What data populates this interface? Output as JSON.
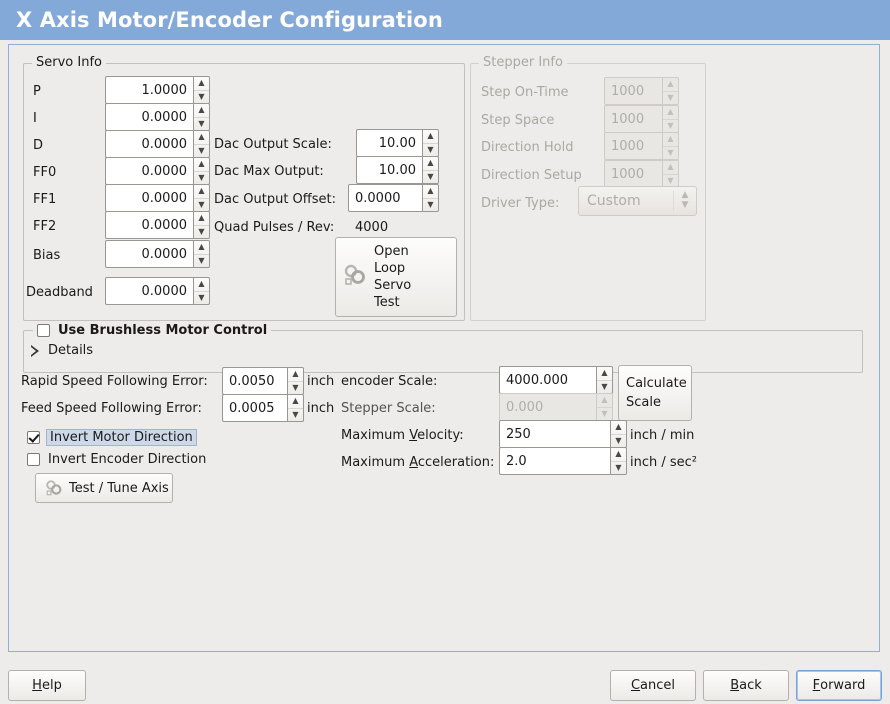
{
  "window": {
    "title": "X Axis Motor/Encoder Configuration",
    "title_bar_color": "#82a9d8",
    "background_color": "#edecea"
  },
  "servo_info": {
    "legend": "Servo Info",
    "fields": [
      {
        "label": "P",
        "value": "1.0000"
      },
      {
        "label": "I",
        "value": "0.0000"
      },
      {
        "label": "D",
        "value": "0.0000"
      },
      {
        "label": "FF0",
        "value": "0.0000"
      },
      {
        "label": "FF1",
        "value": "0.0000"
      },
      {
        "label": "FF2",
        "value": "0.0000"
      },
      {
        "label": "Bias",
        "value": "0.0000"
      },
      {
        "label": "Deadband",
        "value": "0.0000"
      }
    ],
    "dac": [
      {
        "label": "Dac Output Scale:",
        "value": "10.00"
      },
      {
        "label": "Dac Max Output:",
        "value": "10.00"
      },
      {
        "label": "Dac Output Offset:",
        "value": "0.0000"
      }
    ],
    "quad_pulses_label": "Quad Pulses / Rev:",
    "quad_pulses_value": "4000",
    "open_loop_button": "Open\nLoop\nServo\nTest",
    "open_loop_lines": [
      "Open",
      "Loop",
      "Servo",
      "Test"
    ],
    "open_loop_icon": "gears-icon"
  },
  "stepper_info": {
    "legend": "Stepper Info",
    "enabled": false,
    "fields": [
      {
        "label": "Step On-Time",
        "value": "1000"
      },
      {
        "label": "Step Space",
        "value": "1000"
      },
      {
        "label": "Direction Hold",
        "value": "1000"
      },
      {
        "label": "Direction Setup",
        "value": "1000"
      }
    ],
    "driver_type_label": "Driver Type:",
    "driver_type_value": "Custom",
    "driver_type_options": [
      "Custom"
    ]
  },
  "brushless": {
    "checkbox_label": "Use Brushless Motor Control",
    "checked": false,
    "expander_label": "Details",
    "expanded": false
  },
  "tuning": {
    "rapid_following_error": {
      "label": "Rapid Speed Following Error:",
      "value": "0.0050",
      "unit": "inch"
    },
    "feed_following_error": {
      "label": "Feed Speed Following Error:",
      "value": "0.0005",
      "unit": "inch"
    },
    "invert_motor": {
      "label": "Invert Motor Direction",
      "checked": true,
      "focused": true
    },
    "invert_encoder": {
      "label": "Invert Encoder Direction",
      "checked": false,
      "focused": false
    },
    "test_tune_button": "Test / Tune Axis",
    "test_tune_icon": "gears-icon"
  },
  "scales": {
    "encoder_scale": {
      "label": "encoder Scale:",
      "value": "4000.000",
      "unit": "",
      "enabled": true
    },
    "stepper_scale": {
      "label": "Stepper Scale:",
      "value": "0.000",
      "unit": "",
      "enabled": false
    },
    "max_velocity": {
      "label_pre": "Maximum ",
      "label_key": "V",
      "label_post": "elocity:",
      "value": "250",
      "unit": "inch / min"
    },
    "max_accel": {
      "label_pre": "Maximum ",
      "label_key": "A",
      "label_post": "cceleration:",
      "value": "2.0",
      "unit": "inch / sec²"
    },
    "calculate_button_lines": [
      "Calculate",
      "Scale"
    ]
  },
  "actions": {
    "help": {
      "pre": "",
      "key": "H",
      "post": "elp"
    },
    "cancel": {
      "pre": "",
      "key": "C",
      "post": "ancel"
    },
    "back": {
      "pre": "",
      "key": "B",
      "post": "ack"
    },
    "forward": {
      "pre": "",
      "key": "F",
      "post": "orward",
      "focused": true
    }
  }
}
